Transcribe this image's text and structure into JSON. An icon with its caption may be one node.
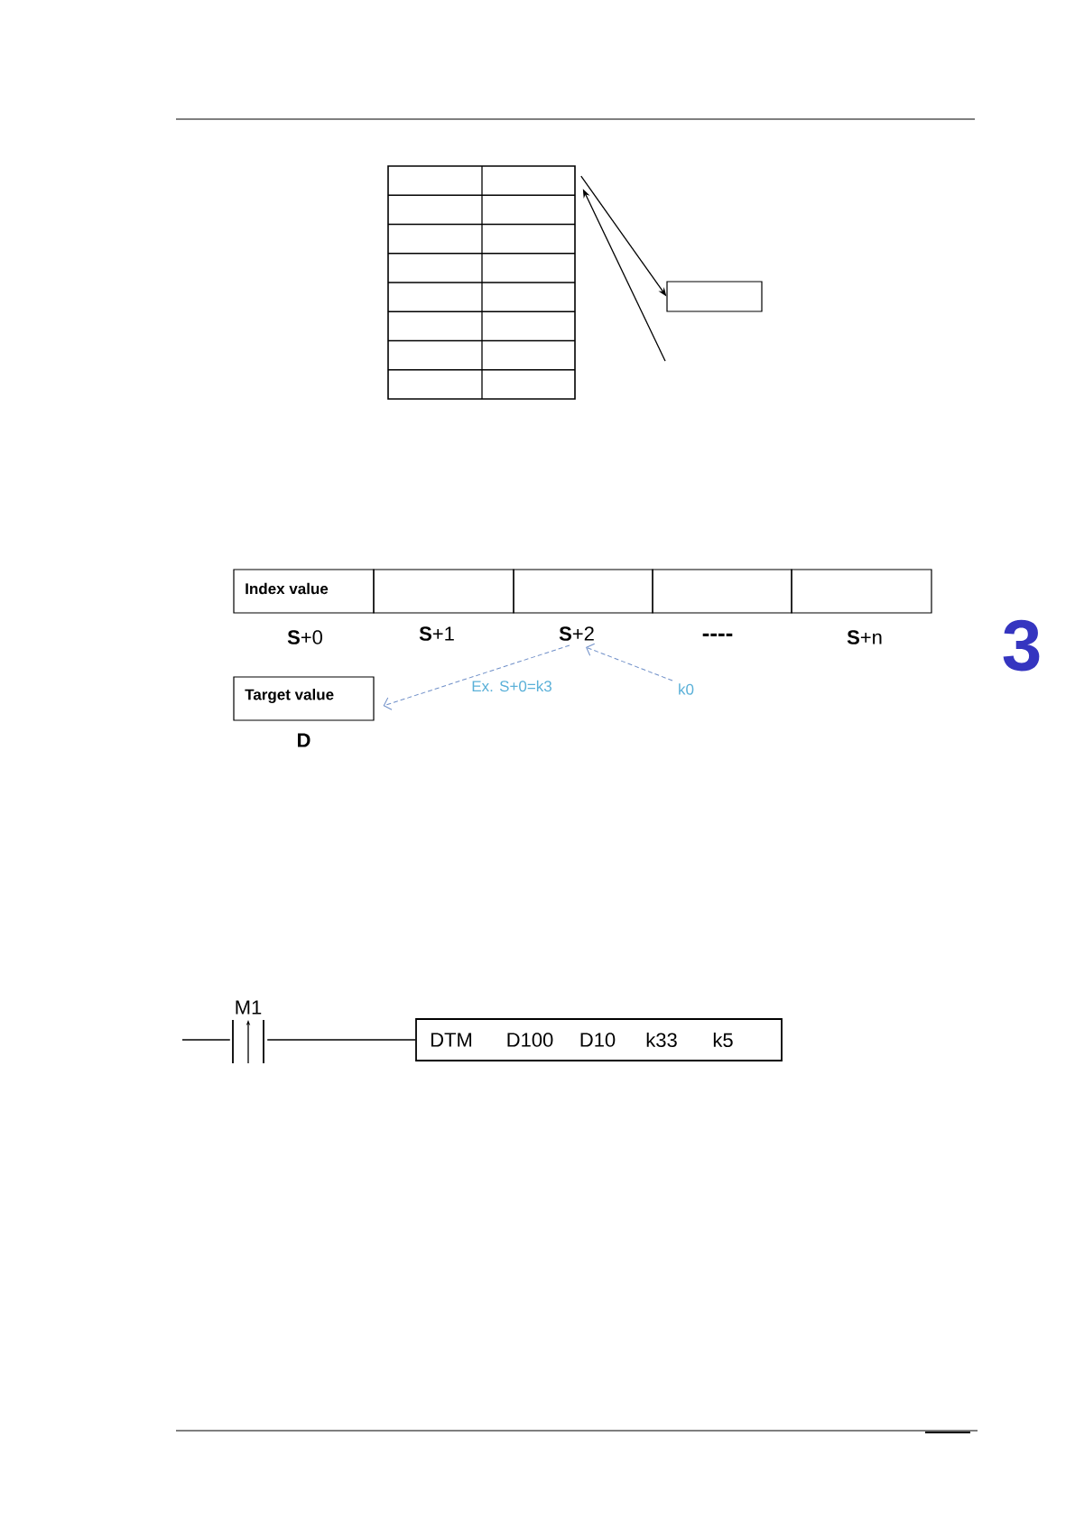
{
  "diagram": {
    "nodes": [
      {
        "text": [],
        "shape": "box"
      },
      {
        "text": [],
        "shape": "box"
      },
      {
        "text": [
          "Index value"
        ]
      },
      {
        "text": [],
        "shape": "box"
      },
      {
        "text": [],
        "shape": "box"
      },
      {
        "text": [],
        "shape": "box"
      },
      {
        "text": [],
        "shape": "box"
      },
      {
        "text": [
          "**S**+0"
        ]
      },
      {
        "text": [
          "**S**+1"
        ]
      },
      {
        "text": [
          "**S**+2"
        ]
      },
      {
        "text": [
          "----"
        ]
      },
      {
        "text": [
          "**S**+n"
        ]
      },
      {
        "text": [
          "Target value"
        ],
        "beside": [
          "D"
        ]
      },
      {
        "text": [
          "k0"
        ]
      },
      {
        "text": [
          "M1"
        ]
      },
      {
        "text": [
          "DTM",
          "D100",
          "D10",
          "k33",
          "k5"
        ]
      }
    ],
    "edges": [
      {
        "from": 0,
        "to": 1,
        "arrow": "to"
      },
      {
        "from": null,
        "to": 0,
        "arrow": "to"
      },
      {
        "from": 9,
        "to": 12,
        "arrow": "to",
        "label": "Ex. S+0=k3",
        "style": "dashed",
        "color": "#6f8fc8"
      },
      {
        "from": 13,
        "to": 9,
        "arrow": "to",
        "style": "dashed",
        "color": "#6f8fc8"
      },
      {
        "from": null,
        "to": 14,
        "arrow": "none"
      },
      {
        "from": 14,
        "to": 15,
        "arrow": "none"
      }
    ],
    "labels": [
      "3"
    ]
  }
}
